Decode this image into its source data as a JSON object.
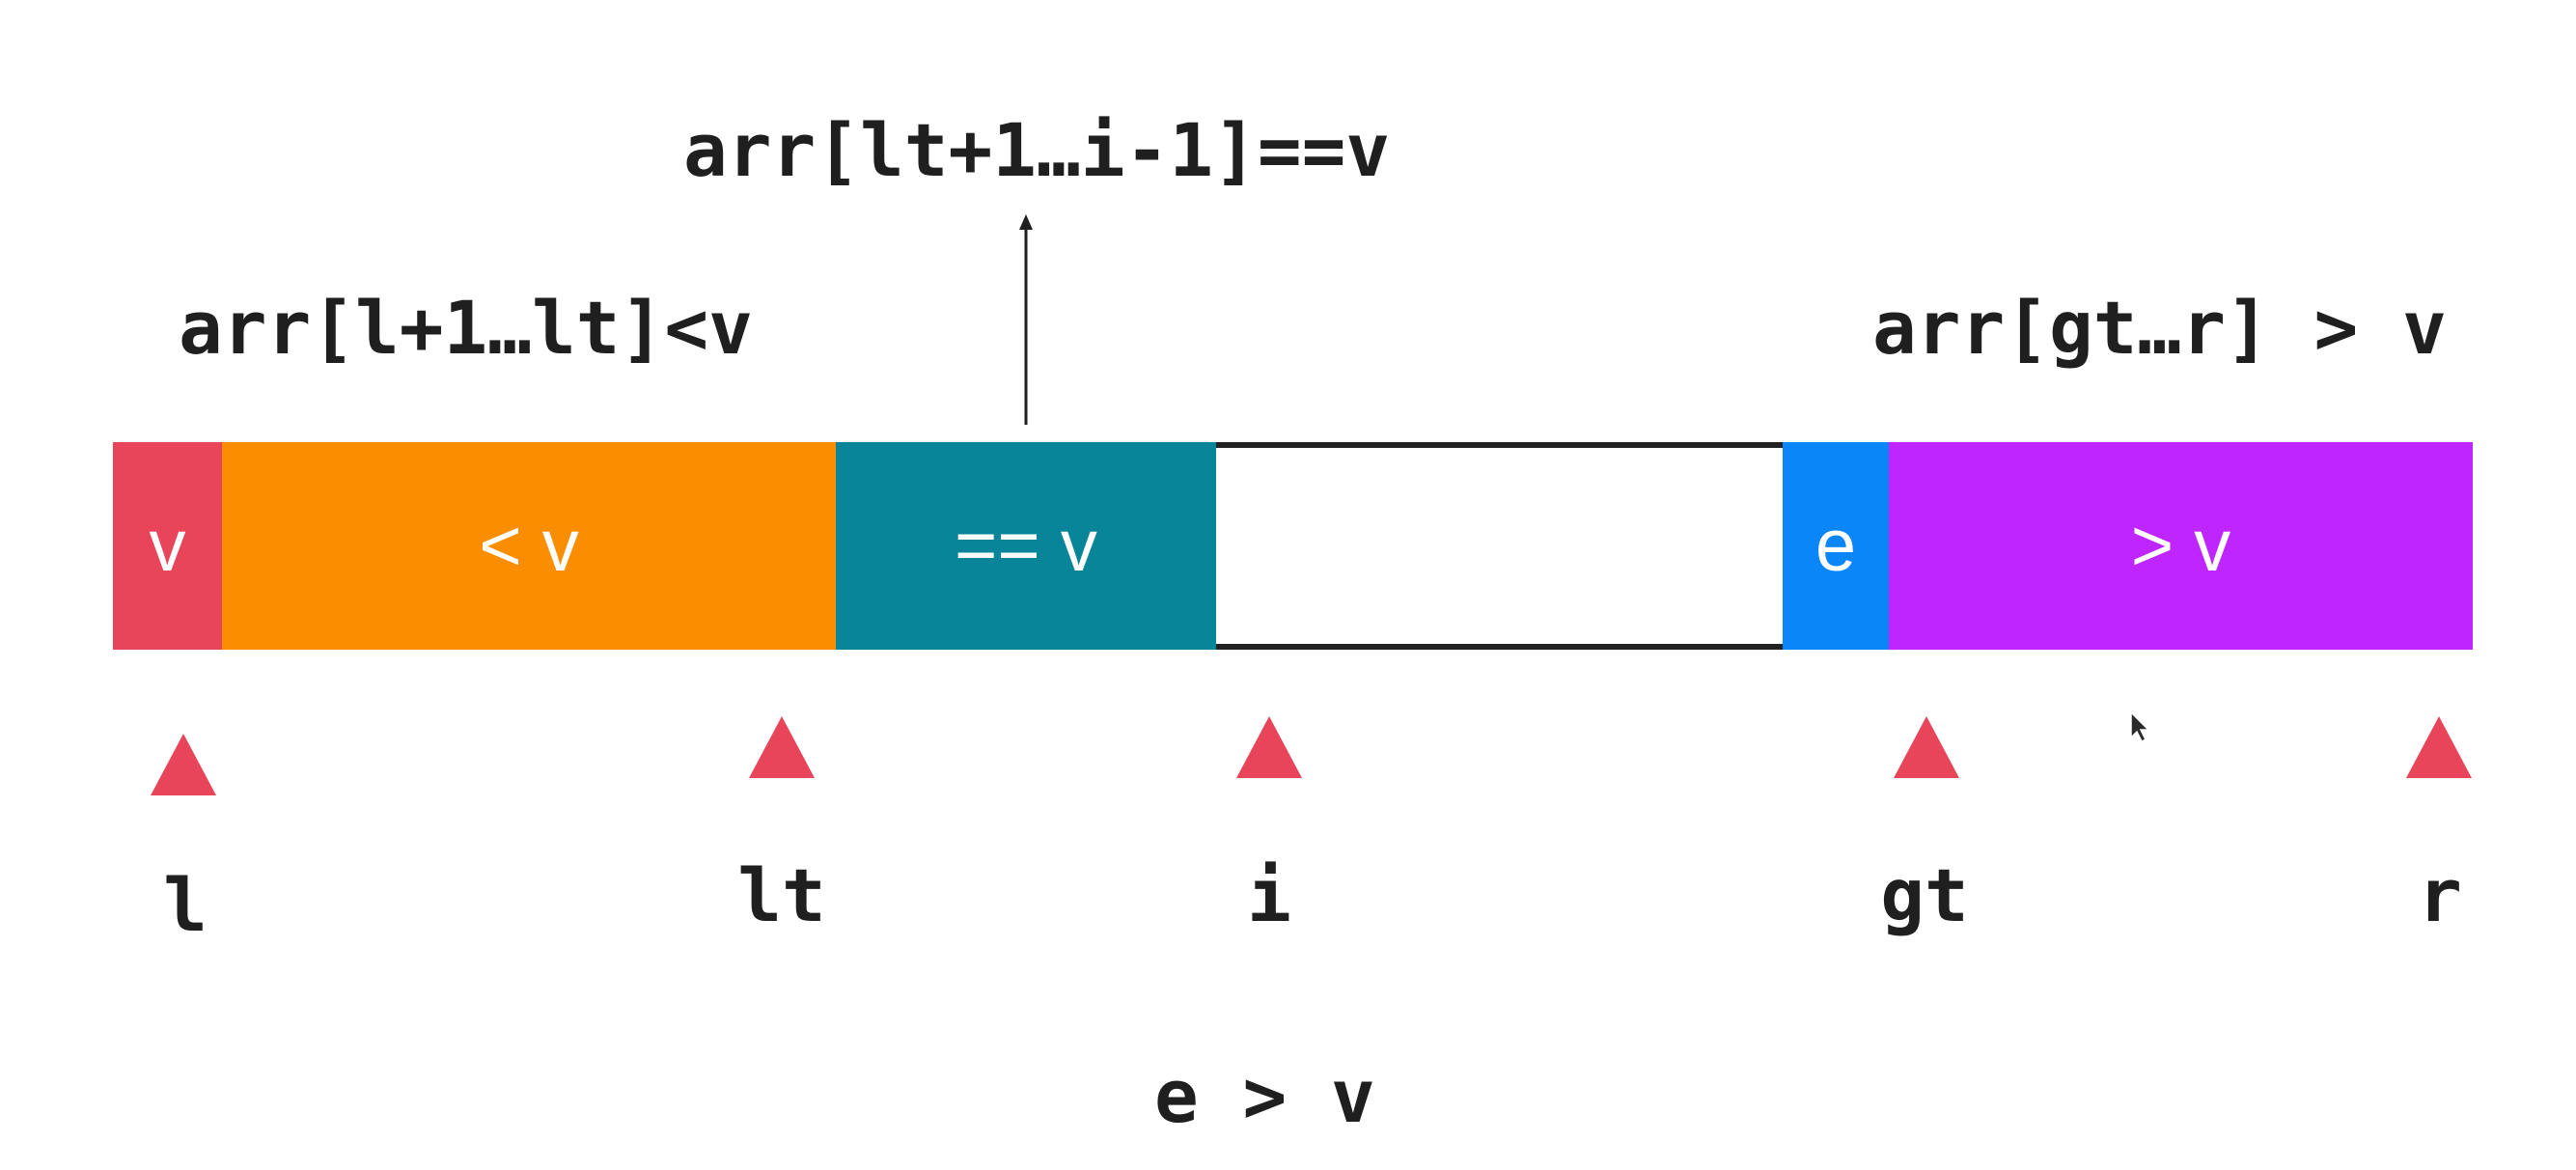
{
  "annotations": {
    "top_center": "arr[lt+1…i-1]==v",
    "top_left": "arr[l+1…lt]<v",
    "top_right": "arr[gt…r] > v",
    "bottom": "e > v"
  },
  "segments": [
    {
      "id": "pivot",
      "label": "v",
      "color": "#e8455a"
    },
    {
      "id": "less",
      "label": "< v",
      "color": "#fb8e00"
    },
    {
      "id": "equal",
      "label": "== v",
      "color": "#088599"
    },
    {
      "id": "unprocessed",
      "label": "",
      "color": "#ffffff"
    },
    {
      "id": "current",
      "label": "e",
      "color": "#0a86f8"
    },
    {
      "id": "greater",
      "label": "> v",
      "color": "#bf26ff"
    }
  ],
  "pointers": [
    {
      "id": "l",
      "label": "l"
    },
    {
      "id": "lt",
      "label": "lt"
    },
    {
      "id": "i",
      "label": "i"
    },
    {
      "id": "gt",
      "label": "gt"
    },
    {
      "id": "r",
      "label": "r"
    }
  ],
  "colors": {
    "marker": "#e8455a",
    "arrow": "#1f1f1f",
    "outline": "#222222"
  }
}
